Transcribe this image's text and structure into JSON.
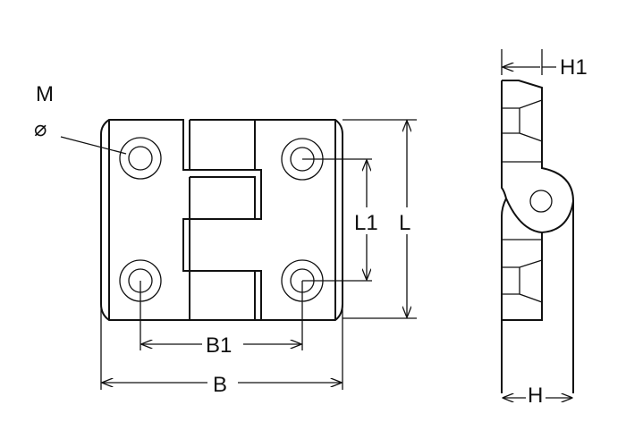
{
  "labels": {
    "thread": "M",
    "diameter": "⌀",
    "hole_spacing_width": "B1",
    "width": "B",
    "hole_spacing_length": "L1",
    "length": "L",
    "leaf_thickness": "H1",
    "total_height": "H"
  },
  "colors": {
    "line": "#111111",
    "background": "#ffffff"
  }
}
